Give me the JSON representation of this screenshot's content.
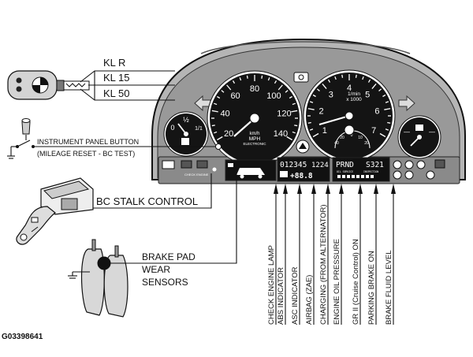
{
  "terminals": [
    "KL R",
    "KL 15",
    "KL 50"
  ],
  "panel_button": {
    "line1": "INSTRUMENT PANEL BUTTON",
    "line2": "(MILEAGE RESET - BC TEST)"
  },
  "bc_stalk": "BC  STALK CONTROL",
  "brake_pad": {
    "line1": "BRAKE PAD",
    "line2": "WEAR",
    "line3": "SENSORS"
  },
  "indicators": [
    "CHECK ENGINE LAMP",
    "ABS INDICATOR",
    "ASC INDICATOR",
    "AIRBAG (ZAE)",
    "CHARGING (FROM ALTERNATOR)",
    "ENGINE OIL PRESSURE",
    "GR II (Cruise Control) ON",
    "PARKING BRAKE ON",
    "BRAKE FLUID LEVEL"
  ],
  "figure_code": "G03398641",
  "speedometer": {
    "scale": [
      "20",
      "40",
      "60",
      "80",
      "100",
      "120",
      "140"
    ],
    "unit_top": "km/h",
    "unit": "MPH",
    "brand": "ELECTRONIC"
  },
  "tachometer": {
    "scale": [
      "1",
      "2",
      "3",
      "4",
      "5",
      "6",
      "7"
    ],
    "unit_line1": "1/min",
    "unit_line2": "x 1000",
    "mini_scale": [
      "40",
      "20",
      "0",
      "10",
      "20"
    ]
  },
  "fuel_gauge": {
    "low": "0",
    "half": "½",
    "full": "1/1"
  },
  "temp_gauge": {
    "marks": [
      "—",
      "—"
    ]
  },
  "display": {
    "odometer": "012345",
    "clock": "1224",
    "temp": "+88.8",
    "gear": "PRND",
    "program": "S321",
    "service_oil": "OIL SERVICE",
    "service_insp": "INSPECTION"
  },
  "check_engine_text": "CHECK ENGINE"
}
